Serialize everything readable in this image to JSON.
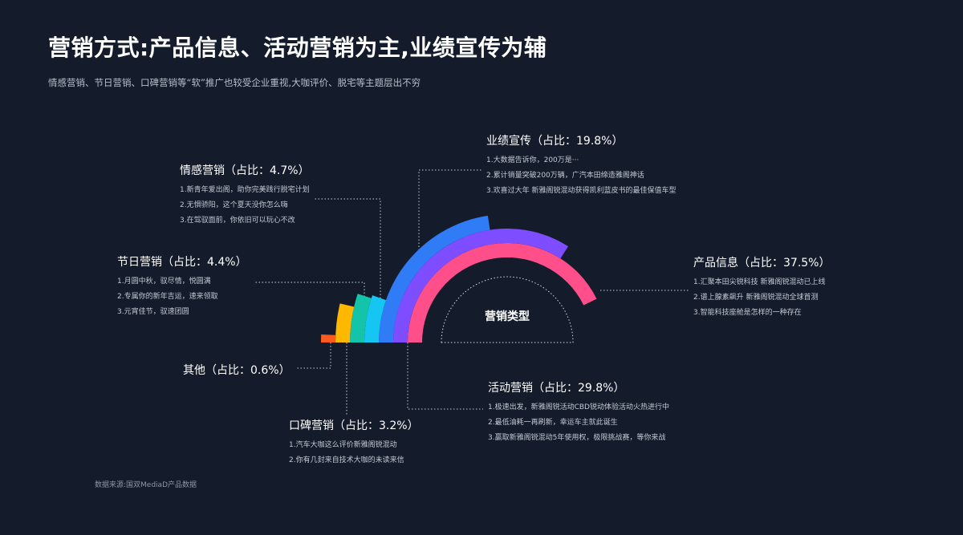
{
  "header": {
    "title": "营销方式:产品信息、活动营销为主,业绩宣传为辅",
    "subtitle": "情感营销、节日营销、口碑营销等“软”推广也较受企业重视,大咖评价、脱宅等主题层出不穷",
    "source": "数据来源:国双MediaD产品数据"
  },
  "chart_data": {
    "type": "pie",
    "center_label": "营销类型",
    "series": [
      {
        "label": "产品信息（占比：37.5%）",
        "value": 37.5,
        "color": "#ff4f8b",
        "items": [
          "1.汇聚本田尖锐科技 新雅阁锐混动已上线",
          "2.谱上腺素飙升 新雅阁锐混动全球首测",
          "3.智能科技座舱是怎样的一种存在"
        ]
      },
      {
        "label": "活动营销（占比：29.8%）",
        "value": 29.8,
        "color": "#7d4dff",
        "items": [
          "1.极速出发，新雅阁锐活动CBD锐动体验活动火热进行中",
          "2.最低油耗一再刷新，幸运车主就此诞生",
          "3.赢取新雅阁锐混动5年使用权，极限挑战赛，等你来战"
        ]
      },
      {
        "label": "业绩宣传（占比：19.8%）",
        "value": 19.8,
        "color": "#2f7cf6",
        "items": [
          "1.大数据告诉你，200万是···",
          "2.累计销量突破200万辆，广汽本田缔造雅阁神话",
          "3.欢喜过大年 新雅阁锐混动获得凯利蓝皮书的最佳保值车型"
        ]
      },
      {
        "label": "情感营销（占比：4.7%）",
        "value": 4.7,
        "color": "#16c6f2",
        "items": [
          "1.新青年爱出阁，助你完美践行脱宅计划",
          "2.无惧骄阳，这个夏天没你怎么嗨",
          "3.在驾驭面前，你依旧可以玩心不改"
        ]
      },
      {
        "label": "节日营销（占比：4.4%）",
        "value": 4.4,
        "color": "#13c4a9",
        "items": [
          "1.月圆中秋，驭尽情，悦圆满",
          "2.专属你的新年吉运，速来领取",
          "3.元宵佳节，驭速团圆"
        ]
      },
      {
        "label": "口碑营销（占比：3.2%）",
        "value": 3.2,
        "color": "#ffb800",
        "items": [
          "1.汽车大咖这么评价新雅阁锐混动",
          "2.你有几封来自技术大咖的未读来信"
        ]
      },
      {
        "label": "其他（占比：0.6%）",
        "value": 0.6,
        "color": "#ff5a1f",
        "items": []
      }
    ]
  }
}
